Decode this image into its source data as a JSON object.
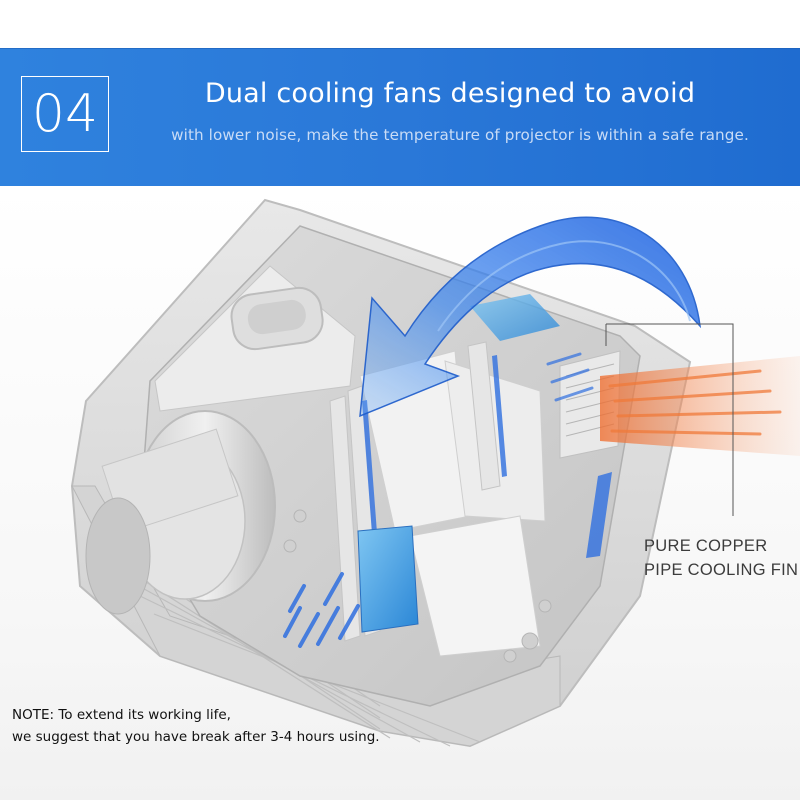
{
  "banner": {
    "number": "04",
    "headline": "Dual cooling fans designed to avoid",
    "subline": "with lower noise, make the temperature of projector is within a safe range."
  },
  "callout": {
    "line1": "PURE COPPER",
    "line2": "PIPE COOLING FIN"
  },
  "note": {
    "line1": "NOTE: To extend its working life,",
    "line2": "we suggest that you have break after 3-4 hours using."
  },
  "colors": {
    "banner_blue": "#2a78d8",
    "airflow_blue": "#2f6fe0",
    "heat_orange": "#f07a3a",
    "housing_gray": "#d9d9d9"
  }
}
